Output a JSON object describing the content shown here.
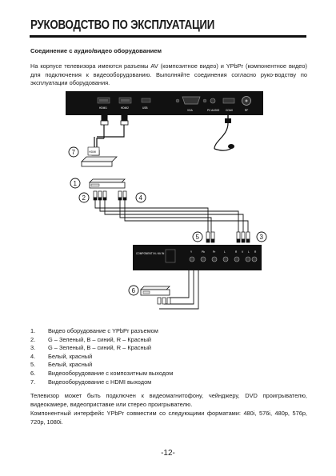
{
  "header": {
    "title": "РУКОВОДСТВО ПО ЭКСПЛУАТАЦИИ"
  },
  "section": {
    "title": "Соединение с аудио/видео оборудованием",
    "intro": "На корпусе телевизора имеются разъемы AV (композитное видео) и YPbPr (компонентное видео) для подключения к видеооборудованию. Выполняйте соединения согласно руко-водству по эксплуатации оборудования."
  },
  "diagram": {
    "tv_panel_labels": [
      "HDMI1",
      "HDMI2",
      "USB",
      "VGA",
      "PC AUDIO",
      "COAX",
      "RF"
    ],
    "box_labels": [
      "HDMI"
    ],
    "av_panel_labels": [
      "Y",
      "Pb",
      "Pr",
      "L",
      "R",
      "V",
      "L",
      "R"
    ],
    "av_panel_caption": "COMPONENT IN / AV IN",
    "callouts": [
      "1",
      "2",
      "3",
      "4",
      "5",
      "6",
      "7"
    ]
  },
  "steps": [
    {
      "num": "1.",
      "text": "Видео оборудование с YPbPr разъемом"
    },
    {
      "num": "2.",
      "text": "G – Зеленый, B – синий, R – Красный"
    },
    {
      "num": "3.",
      "text": "G – Зеленый, B – синий, R – Красный"
    },
    {
      "num": "4.",
      "text": "Белый, красный"
    },
    {
      "num": "5.",
      "text": "Белый, красный"
    },
    {
      "num": "6.",
      "text": "Видеооборудование с композитным выходом"
    },
    {
      "num": "7.",
      "text": "Видеооборудование с HDMI выходом"
    }
  ],
  "notes": [
    "Телевизор может быть подключен к видеомагнитофону, чейнджеру, DVD проигрывателю, видеокамере, видеоприставке или стерео проигрывателю.",
    "Компонентный интерфейс YPbPr совместим со следующими форматами: 480i, 576i, 480p, 576p, 720p, 1080i."
  ],
  "page_number": "-12-"
}
